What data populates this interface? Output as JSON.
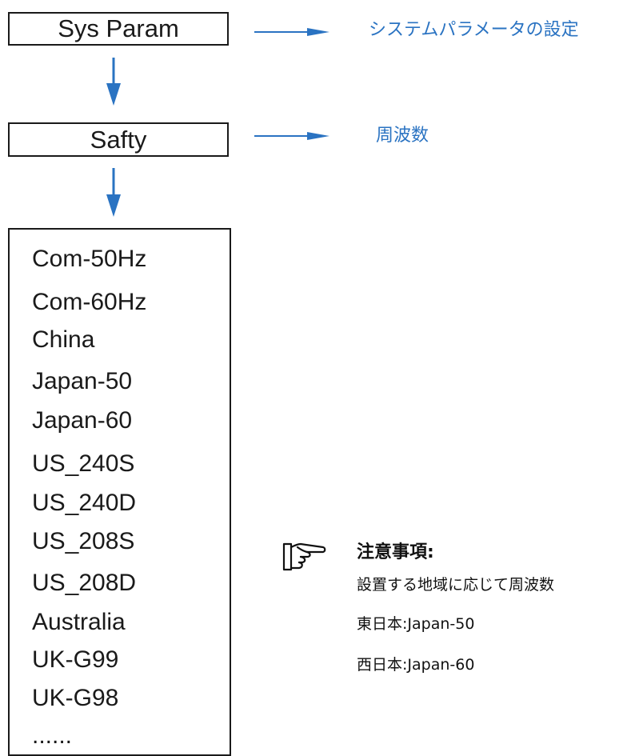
{
  "diagram": {
    "steps": [
      {
        "label": "Sys Param",
        "description": "システムパラメータの設定"
      },
      {
        "label": "Safty",
        "description": "周波数"
      }
    ],
    "options": [
      "Com-50Hz",
      "Com-60Hz",
      "China",
      "Japan-50",
      "Japan-60",
      "US_240S",
      "US_240D",
      "US_208S",
      "US_208D",
      "Australia",
      "UK-G99",
      "UK-G98",
      "......"
    ],
    "note": {
      "icon": "pointing-hand-icon",
      "title": "注意事項:",
      "lines": [
        "設置する地域に応じて周波数",
        "東日本:Japan-50",
        "西日本:Japan-60"
      ]
    },
    "colors": {
      "accent": "#2a73c2",
      "box_border": "#1a1a1a"
    }
  }
}
